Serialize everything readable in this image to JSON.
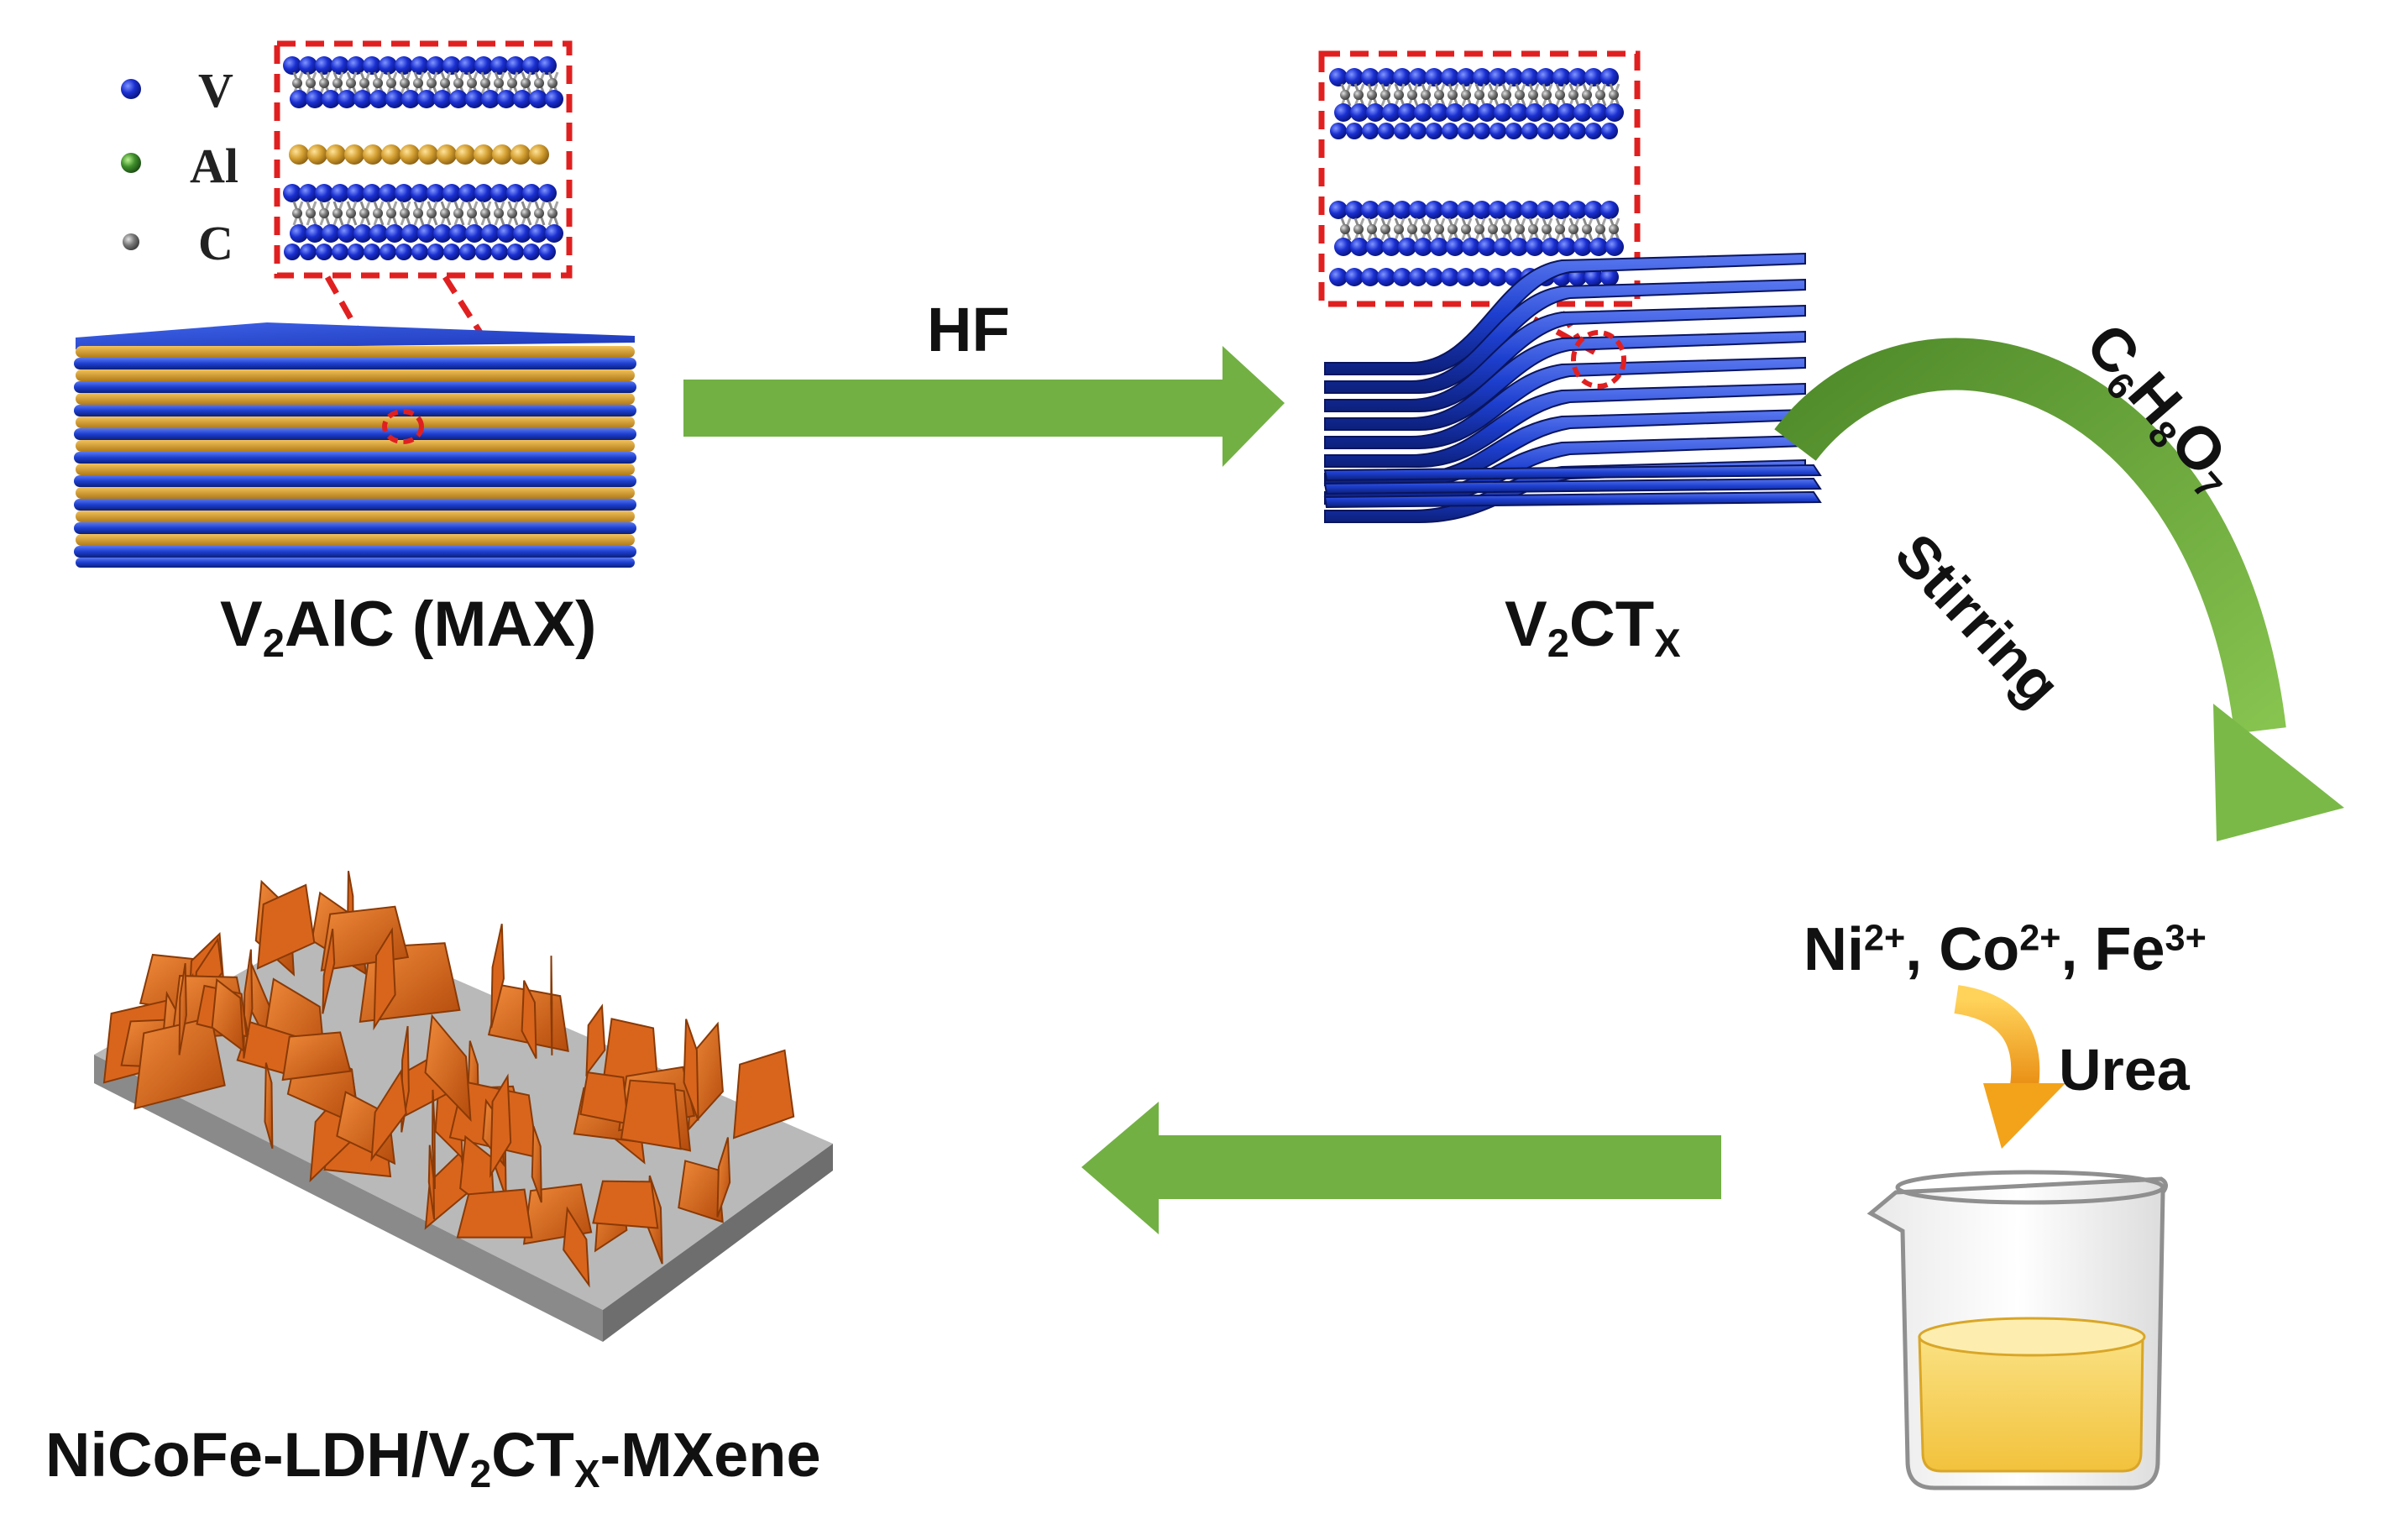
{
  "legend": {
    "items": [
      {
        "label": "V",
        "color": "#1a2fd0"
      },
      {
        "label": "Al",
        "color": "#3f8f2c"
      },
      {
        "label": "C",
        "color": "#555555"
      }
    ]
  },
  "steps": {
    "max_name": "V",
    "max_sub": "2",
    "max_rest": "AlC (MAX)",
    "hf_label": "HF",
    "mxene_name": "V",
    "mxene_sub": "2",
    "mxene_mid": "CT",
    "mxene_sub2": "X",
    "acid_parts": [
      {
        "t": "C",
        "s": false
      },
      {
        "t": "6",
        "s": true
      },
      {
        "t": "H",
        "s": false
      },
      {
        "t": "8",
        "s": true
      },
      {
        "t": "O",
        "s": false
      },
      {
        "t": "7",
        "s": true
      }
    ],
    "stirring": "Stirring",
    "ions": {
      "ni": "Ni",
      "ni_charge": "2+",
      "co": "Co",
      "co_charge": "2+",
      "fe": "Fe",
      "fe_charge": "3+",
      "sep": ", "
    },
    "urea": "Urea",
    "product": {
      "p1": "NiCoFe-LDH/V",
      "s1": "2",
      "p2": "CT",
      "s2": "X",
      "p3": "-MXene"
    }
  },
  "colors": {
    "vanadium": "#1a2fd0",
    "aluminum": "#d4a033",
    "carbon": "#8a8a8a",
    "arrow_green": "#72b043",
    "highlight_red": "#e02020",
    "ldh_orange": "#d9651c",
    "substrate_gray": "#a8a8a8",
    "solution_yellow": "#f7d35c",
    "urea_arrow": "#f2a31a"
  }
}
